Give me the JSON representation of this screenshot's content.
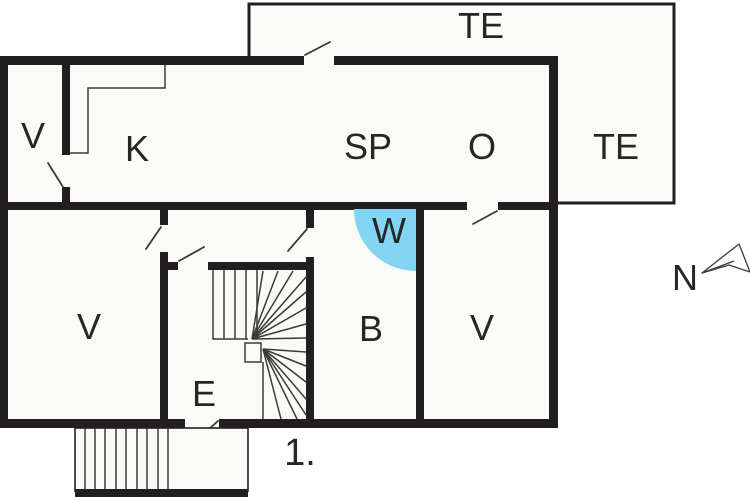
{
  "floor_label": "1.",
  "compass": {
    "label": "N"
  },
  "colors": {
    "wall": "#231f20",
    "room_fill": "#fafaf6",
    "highlight": "#82d5f2",
    "background": "#ffffff",
    "line": "#3a3a3a",
    "text": "#262626"
  },
  "rooms": [
    {
      "id": "te-top",
      "label": "TE"
    },
    {
      "id": "te-right",
      "label": "TE"
    },
    {
      "id": "v-top-left",
      "label": "V"
    },
    {
      "id": "kitchen",
      "label": "K"
    },
    {
      "id": "sp",
      "label": "SP"
    },
    {
      "id": "o",
      "label": "O"
    },
    {
      "id": "wc",
      "label": "W"
    },
    {
      "id": "v-bottom-left",
      "label": "V"
    },
    {
      "id": "bath",
      "label": "B"
    },
    {
      "id": "v-bottom-right",
      "label": "V"
    },
    {
      "id": "entry",
      "label": "E"
    }
  ]
}
